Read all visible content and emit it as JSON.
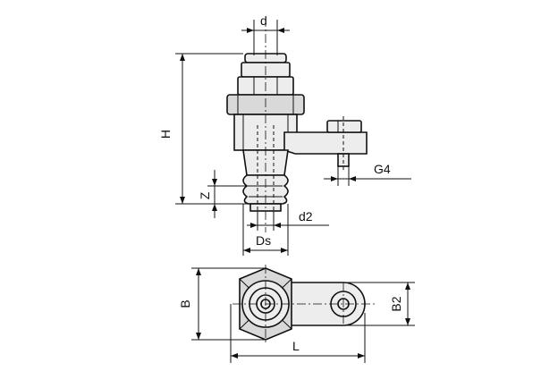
{
  "labels": {
    "d": "d",
    "H": "H",
    "G4": "G4",
    "Z": "Z",
    "d2": "d2",
    "Ds": "Ds",
    "B": "B",
    "B2": "B2",
    "L": "L"
  }
}
